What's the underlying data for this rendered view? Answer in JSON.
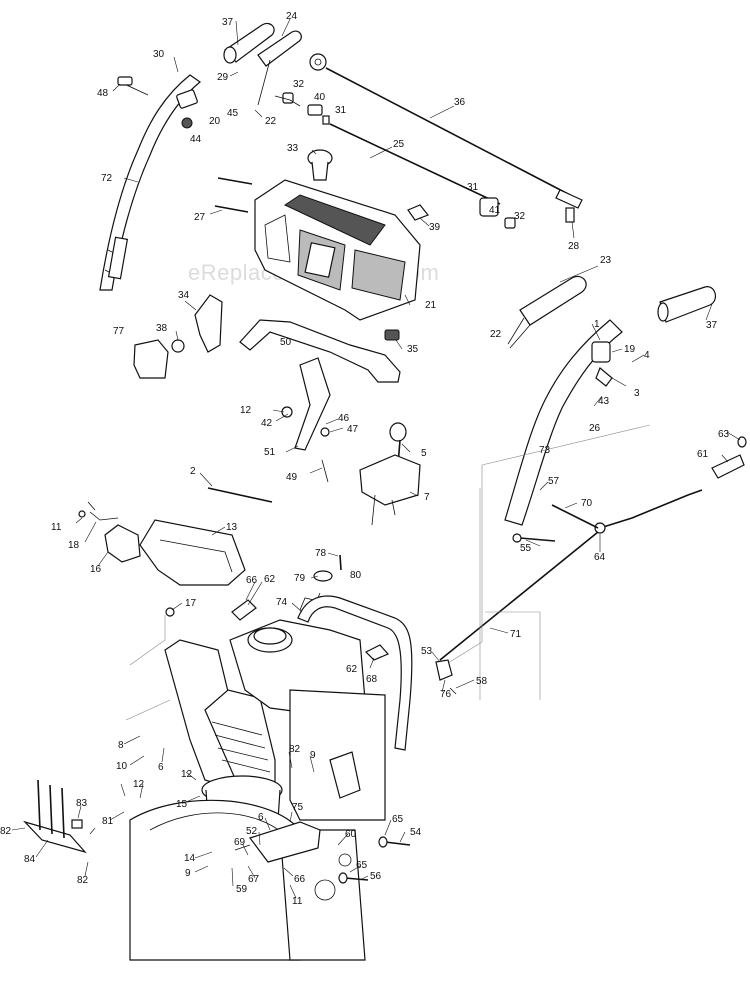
{
  "watermark": "eReplacementParts.com",
  "callouts": [
    "37",
    "24",
    "30",
    "29",
    "48",
    "45",
    "22",
    "20",
    "44",
    "32",
    "40",
    "31",
    "36",
    "25",
    "33",
    "72",
    "27",
    "31",
    "41",
    "32",
    "39",
    "28",
    "23",
    "21",
    "34",
    "77",
    "38",
    "50",
    "35",
    "22",
    "37",
    "1",
    "19",
    "4",
    "3",
    "12",
    "42",
    "46",
    "47",
    "43",
    "26",
    "73",
    "51",
    "49",
    "5",
    "7",
    "63",
    "61",
    "2",
    "57",
    "70",
    "55",
    "64",
    "11",
    "18",
    "13",
    "16",
    "78",
    "79",
    "80",
    "66",
    "62",
    "17",
    "74",
    "71",
    "53",
    "62",
    "68",
    "76",
    "58",
    "8",
    "6",
    "10",
    "82",
    "9",
    "12",
    "12",
    "15",
    "83",
    "81",
    "75",
    "52",
    "60",
    "65",
    "54",
    "82",
    "84",
    "14",
    "69",
    "6",
    "9",
    "59",
    "67",
    "66",
    "65",
    "56",
    "82",
    "11"
  ]
}
